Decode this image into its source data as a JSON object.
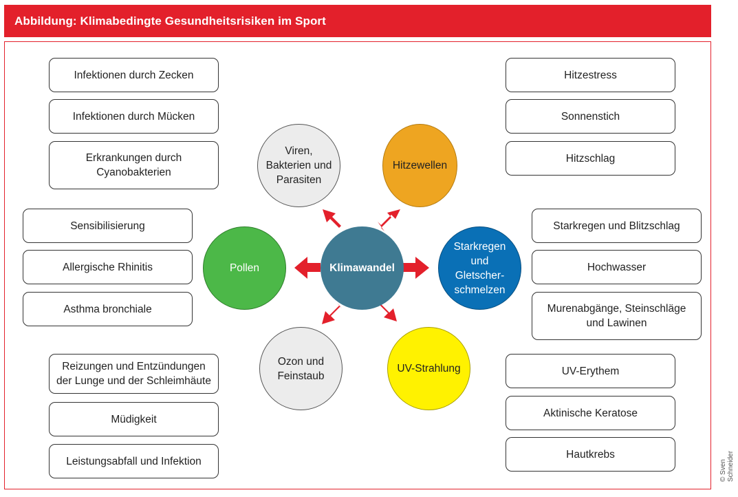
{
  "header": {
    "title": "Abbildung: Klimabedingte Gesundheitsrisiken im Sport"
  },
  "colors": {
    "header": "#e3202b",
    "center": "#3f7a92",
    "grey": "#ececec",
    "orange": "#eea521",
    "green": "#4cb848",
    "blue": "#0a70b6",
    "yellow": "#fff200",
    "arrow": "#e3202b"
  },
  "center": {
    "label": "Klimawandel"
  },
  "nodes": {
    "viren": {
      "label": "Viren,\nBakterien und\nParasiten"
    },
    "hitzewellen": {
      "label": "Hitzewellen"
    },
    "pollen": {
      "label": "Pollen"
    },
    "starkregen": {
      "label": "Starkregen\nund\nGletscher-\nschmelzen"
    },
    "ozon": {
      "label": "Ozon und\nFeinstaub"
    },
    "uv": {
      "label": "UV-Strahlung"
    }
  },
  "effects": {
    "viren": [
      "Infektionen durch Zecken",
      "Infektionen durch Mücken",
      "Erkrankungen durch\nCyanobakterien"
    ],
    "hitzewellen": [
      "Hitzestress",
      "Sonnenstich",
      "Hitzschlag"
    ],
    "pollen": [
      "Sensibilisierung",
      "Allergische Rhinitis",
      "Asthma bronchiale"
    ],
    "starkregen": [
      "Starkregen und Blitzschlag",
      "Hochwasser",
      "Murenabgänge, Steinschläge\nund Lawinen"
    ],
    "ozon": [
      "Reizungen und Entzündungen\nder Lunge und der Schleimhäute",
      "Müdigkeit",
      "Leistungsabfall und Infektion"
    ],
    "uv": [
      "UV-Erythem",
      "Aktinische Keratose",
      "Hautkrebs"
    ]
  },
  "credit": "© Sven Schneider"
}
